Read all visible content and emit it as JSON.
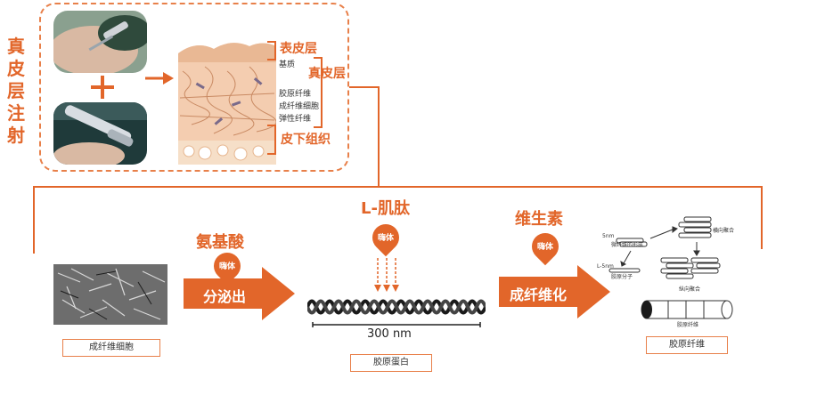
{
  "side_title": [
    "真",
    "皮",
    "层",
    "注",
    "射"
  ],
  "skin_layers": {
    "epidermis": "表皮层",
    "matrix": "基质",
    "dermis": "真皮层",
    "collagen_fiber": "胶原纤维",
    "fibroblast_cell": "成纤维细胞",
    "elastic_fiber": "弹性纤维",
    "subcutaneous": "皮下组织"
  },
  "stages": {
    "fibroblast_caption": "成纤维细胞",
    "amino_title": "氨基酸",
    "enzyme_label": "嗨体",
    "secrete_label": "分泌出",
    "peptide_title": "L-肌肽",
    "scale_label": "300 nm",
    "collagen_caption": "胶原蛋白",
    "vitamin_title": "维生素",
    "fibrosis_label": "成纤维化",
    "fiber_caption": "胶原纤维"
  },
  "fiber_diagram": {
    "label_top_left": "5nm",
    "label_top_mid": "微纤维的形成",
    "label_top_right": "横向聚合",
    "label_mid_left": "L-5nm",
    "label_mid_mid": "胶原分子",
    "label_bottom": "纵向聚合",
    "label_fiber": "胶原纤维"
  },
  "colors": {
    "accent": "#e2662a",
    "accent_light": "#e8804a"
  }
}
